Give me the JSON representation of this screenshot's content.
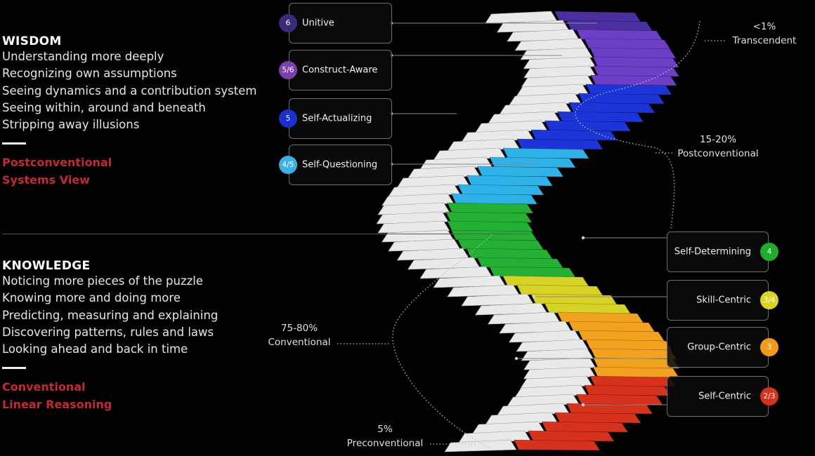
{
  "wisdom": {
    "title": "WISDOM",
    "items": [
      "Understanding more deeply",
      "Recognizing own assumptions",
      "Seeing dynamics and a contribution system",
      "Seeing within, around and beneath",
      "Stripping away illusions"
    ],
    "level_line1": "Postconventional",
    "level_line2": "Systems View"
  },
  "knowledge": {
    "title": "KNOWLEDGE",
    "items": [
      "Noticing more pieces of the puzzle",
      "Knowing more and doing more",
      "Predicting, measuring and explaining",
      "Discovering patterns, rules and laws",
      "Looking ahead and back in time"
    ],
    "level_line1": "Conventional",
    "level_line2": "Linear Reasoning"
  },
  "stages": [
    {
      "badge": "6",
      "label": "Unitive",
      "color": "#3b2a7a"
    },
    {
      "badge": "5/6",
      "label": "Construct-Aware",
      "color": "#7a3fb0"
    },
    {
      "badge": "5",
      "label": "Self-Actualizing",
      "color": "#1a2fd0"
    },
    {
      "badge": "4/5",
      "label": "Self-Questioning",
      "color": "#39b1e6"
    },
    {
      "badge": "4",
      "label": "Self-Determining",
      "color": "#1fae2a"
    },
    {
      "badge": "3/4",
      "label": "Skill-Centric",
      "color": "#d9d321"
    },
    {
      "badge": "3",
      "label": "Group-Centric",
      "color": "#f29b1a"
    },
    {
      "badge": "2/3",
      "label": "Self-Centric",
      "color": "#d6321c"
    }
  ],
  "percentages": [
    {
      "pct": "<1%",
      "label": "Transcendent"
    },
    {
      "pct": "15-20%",
      "label": "Postconventional"
    },
    {
      "pct": "75-80%",
      "label": "Conventional"
    },
    {
      "pct": "5%",
      "label": "Preconventional"
    }
  ]
}
